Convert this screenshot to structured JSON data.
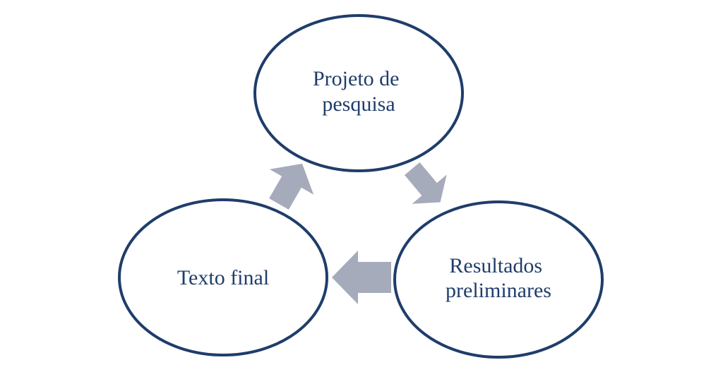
{
  "diagram": {
    "type": "cycle",
    "nodes": [
      {
        "id": "projeto",
        "lines": [
          "Projeto de",
          "pesquisa"
        ]
      },
      {
        "id": "resultados",
        "lines": [
          "Resultados",
          "preliminares"
        ]
      },
      {
        "id": "texto",
        "lines": [
          "Texto final"
        ]
      }
    ],
    "edges": [
      {
        "from": "projeto",
        "to": "resultados"
      },
      {
        "from": "resultados",
        "to": "texto"
      },
      {
        "from": "texto",
        "to": "projeto"
      }
    ],
    "colors": {
      "node_border": "#1f3d6b",
      "node_text": "#1f3d6b",
      "arrow": "#a6abbb",
      "background": "#ffffff"
    }
  }
}
